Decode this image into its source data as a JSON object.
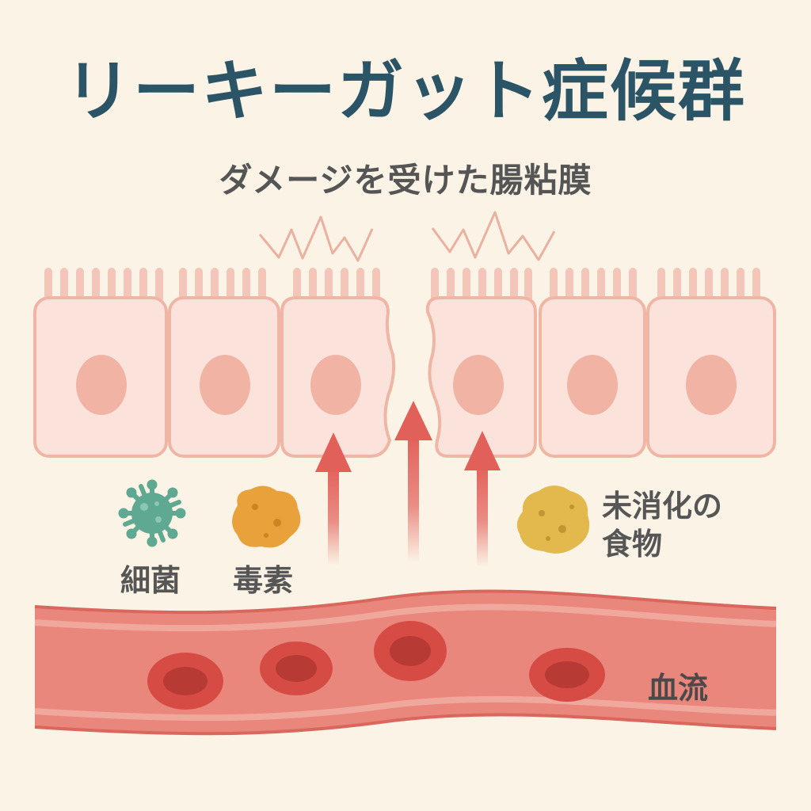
{
  "title": "リーキーガット症候群",
  "subtitle": "ダメージを受けた腸粘膜",
  "labels": {
    "bacteria": "細菌",
    "toxin": "毒素",
    "undigested_line1": "未消化の",
    "undigested_line2": "食物",
    "bloodstream": "血流"
  },
  "colors": {
    "background": "#fbf4e6",
    "title": "#2b5566",
    "cell_fill": "#fbe3dc",
    "cell_outline": "#efb6a6",
    "nucleus": "#f1b3a3",
    "arrow": "#e2605a",
    "bacteria": "#5fa891",
    "toxin": "#e9a23b",
    "food": "#e3b84c",
    "vessel": "#e9877c",
    "blood_cell": "#d64c45"
  }
}
